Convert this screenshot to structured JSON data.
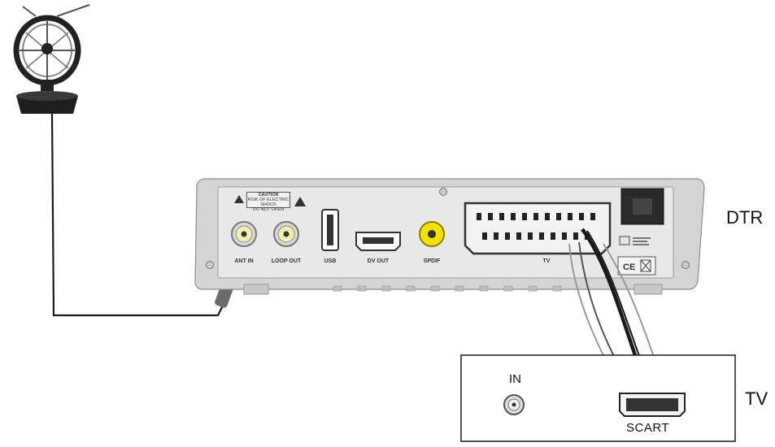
{
  "labels": {
    "dtr": "DTR",
    "tv": "TV",
    "tv_in": "IN",
    "tv_scart": "SCART"
  },
  "ports": {
    "ant_in": "ANT IN",
    "loop_out": "LOOP OUT",
    "usb": "USB",
    "dv_out": "DV OUT",
    "spdif": "SPDIF",
    "tv_scart": "TV"
  },
  "caution": {
    "title": "CAUTION",
    "line1": "RISK OF ELECTRIC SHOCK",
    "line2": "DO NOT OPEN"
  },
  "colors": {
    "line": "#1a1a1a",
    "box_body": "#d6d6d6",
    "panel": "#e6e6e6",
    "spdif": "#f2e200",
    "antenna": "#222222",
    "gray_cable": "#9a9a9a"
  }
}
